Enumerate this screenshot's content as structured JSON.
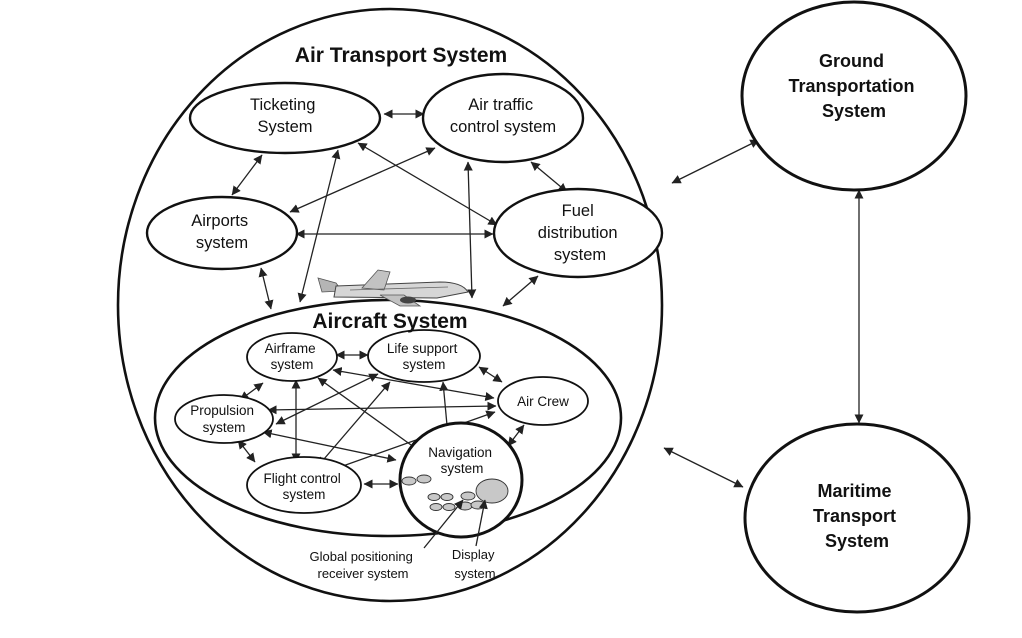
{
  "air_transport": {
    "title": "Air Transport System",
    "ticketing": [
      "Ticketing",
      "System"
    ],
    "air_traffic": [
      "Air traffic",
      "control system"
    ],
    "airports": [
      "Airports",
      "system"
    ],
    "fuel": [
      "Fuel",
      "distribution",
      "system"
    ]
  },
  "aircraft": {
    "title": "Aircraft System",
    "airframe": [
      "Airframe",
      "system"
    ],
    "life_support": [
      "Life support",
      "system"
    ],
    "propulsion": [
      "Propulsion",
      "system"
    ],
    "air_crew": [
      "Air Crew"
    ],
    "flight_control": [
      "Flight control",
      "system"
    ],
    "navigation": [
      "Navigation",
      "system"
    ],
    "gps_label": [
      "Global positioning",
      "receiver system"
    ],
    "display_label": [
      "Display",
      "system"
    ]
  },
  "ground": [
    "Ground",
    "Transportation",
    "System"
  ],
  "maritime": [
    "Maritime",
    "Transport",
    "System"
  ],
  "colors": {
    "stroke": "#111111",
    "background": "#ffffff",
    "component_fill": "#c8c8c8"
  }
}
